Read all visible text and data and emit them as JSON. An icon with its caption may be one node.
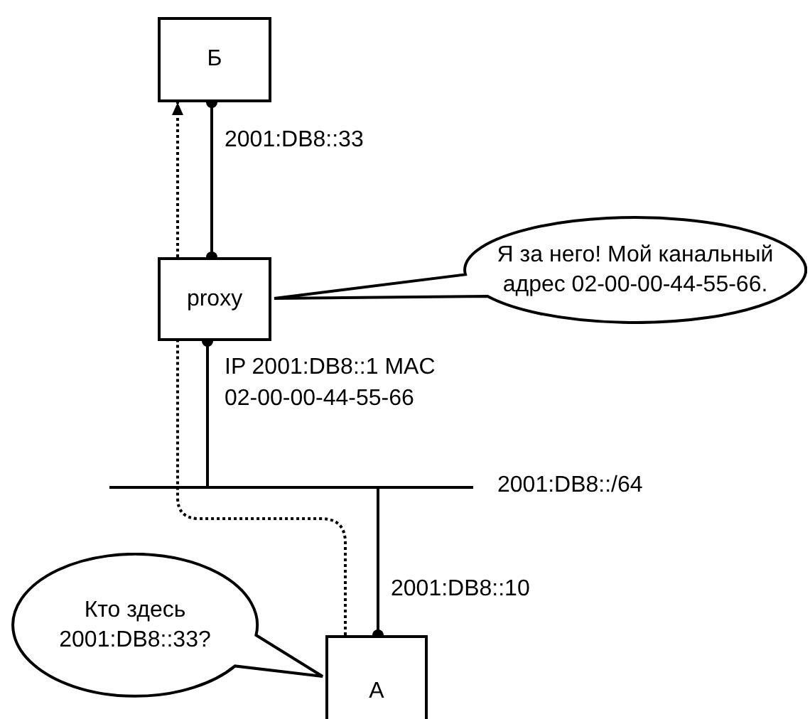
{
  "diagram": {
    "nodes": [
      {
        "text": [
          "Б"
        ]
      },
      {
        "text": [
          "proxy"
        ]
      },
      {
        "text": [
          "Я за него! Мой канальный адрес 02-00-00-44-55-66."
        ]
      },
      {
        "text": [],
        "shape": "bar",
        "beside": [
          "2001:DB8::/64"
        ]
      },
      {
        "text": [
          "А"
        ]
      },
      {
        "text": [
          "Кто здесь 2001:DB8::33?"
        ]
      }
    ],
    "edges": [
      {
        "from": 1,
        "to": 0,
        "arrow": "other",
        "label": "2001:DB8::33"
      },
      {
        "from": 1,
        "to": 3,
        "arrow": "other",
        "label": "IP 2001:DB8::1 MAC 02-00-00-44-55-66"
      },
      {
        "from": 4,
        "to": 3,
        "arrow": "other",
        "label": "2001:DB8::10"
      },
      {
        "from": 4,
        "to": 1,
        "arrow": "none",
        "style": "dashed"
      },
      {
        "from": 1,
        "to": 0,
        "arrow": "to",
        "style": "dashed"
      }
    ]
  }
}
